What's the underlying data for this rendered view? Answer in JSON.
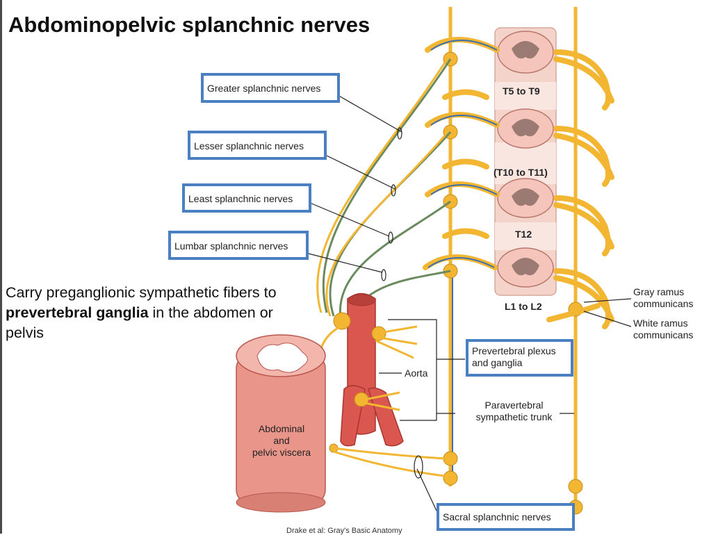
{
  "title": "Abdominopelvic splanchnic nerves",
  "caption": {
    "prefix": "Carry preganglionic sympathetic fibers to ",
    "emphasis": "prevertebral ganglia",
    "suffix": " in the abdomen or pelvis"
  },
  "labels": {
    "greater": "Greater splanchnic nerves",
    "lesser": "Lesser splanchnic nerves",
    "least": "Least splanchnic nerves",
    "lumbar": "Lumbar splanchnic nerves",
    "sacral": "Sacral splanchnic nerves",
    "prevertebral_line1": "Prevertebral plexus",
    "prevertebral_line2": "and ganglia",
    "paravertebral_line1": "Paravertebral",
    "paravertebral_line2": "sympathetic trunk",
    "gray_ramus_line1": "Gray ramus",
    "gray_ramus_line2": "communicans",
    "white_ramus_line1": "White ramus",
    "white_ramus_line2": "communicans",
    "aorta": "Aorta",
    "viscera_line1": "Abdominal",
    "viscera_line2": "and",
    "viscera_line3": "pelvic viscera",
    "seg_t5_t9": "T5 to T9",
    "seg_t10_t11": "(T10 to T11)",
    "seg_t12": "T12",
    "seg_l1_l2": "L1 to L2"
  },
  "source": "Drake et al: Gray's Basic Anatomy",
  "colors": {
    "label_box_border": "#4a7fc1",
    "nerve_yellow": "#f2b632",
    "nerve_blue": "#3b6fb0",
    "spinal_cord": "#f2cfc6",
    "vessel_red": "#d9574f",
    "viscera_pink": "#e9958a"
  }
}
